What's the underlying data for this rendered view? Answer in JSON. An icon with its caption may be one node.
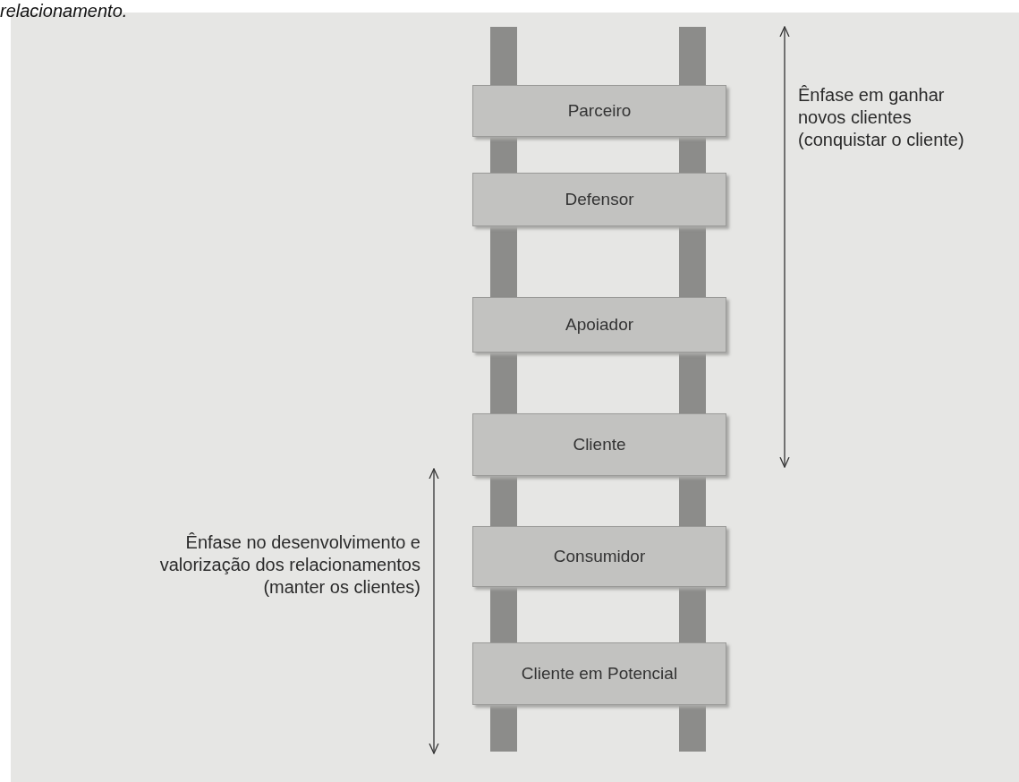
{
  "diagram": {
    "nodes": [
      {
        "text": [
          "Parceiro"
        ]
      },
      {
        "text": [
          "Defensor"
        ]
      },
      {
        "text": [
          "Apoiador"
        ]
      },
      {
        "text": [
          "Cliente"
        ]
      },
      {
        "text": [
          "Consumidor"
        ]
      },
      {
        "text": [
          "Cliente em Potencial"
        ]
      }
    ],
    "labels": [
      "relacionamento.",
      "Ênfase em ganhar novos clientes (conquistar o cliente)",
      "Ênfase no desenvolvimento e valorização dos relacionamentos (manter os clientes)"
    ]
  }
}
